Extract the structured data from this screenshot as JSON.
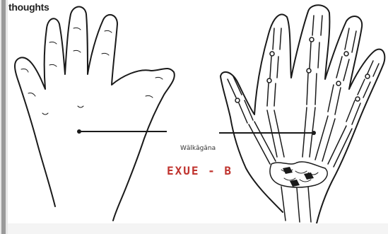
{
  "labels": {
    "top_left": "thoughts",
    "middle": "Wālkāgāna",
    "code": "EXUE - B"
  },
  "colors": {
    "line": "#1a1a1a",
    "code_text": "#c0342f",
    "background": "#ffffff"
  },
  "figures": [
    {
      "name": "hand-outline",
      "depicts": "palm of hand, outline"
    },
    {
      "name": "hand-skeleton",
      "depicts": "hand bones, x-ray style"
    }
  ]
}
